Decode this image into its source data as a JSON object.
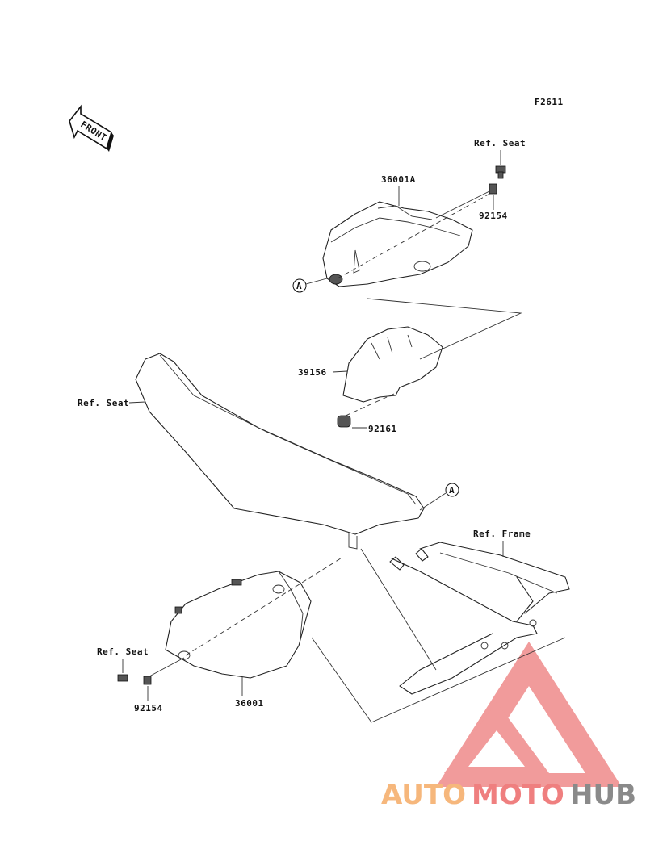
{
  "figure_code": "F2611",
  "front_label": "FRONT",
  "labels": {
    "ref_seat_top": "Ref. Seat",
    "part_36001A": "36001A",
    "part_92154_top": "92154",
    "ref_a_top": "A",
    "part_39156": "39156",
    "part_92161": "92161",
    "ref_seat_main": "Ref. Seat",
    "ref_a_bottom": "A",
    "ref_frame": "Ref. Frame",
    "ref_seat_bottom": "Ref. Seat",
    "part_92154_bottom": "92154",
    "part_36001": "36001"
  },
  "watermark": {
    "part1": "AUTO",
    "part2": "MOTO",
    "part3": "HUB",
    "color_light": "#f6b77c",
    "color_red": "#ef7f7f",
    "color_gray": "#8a8a8a"
  }
}
